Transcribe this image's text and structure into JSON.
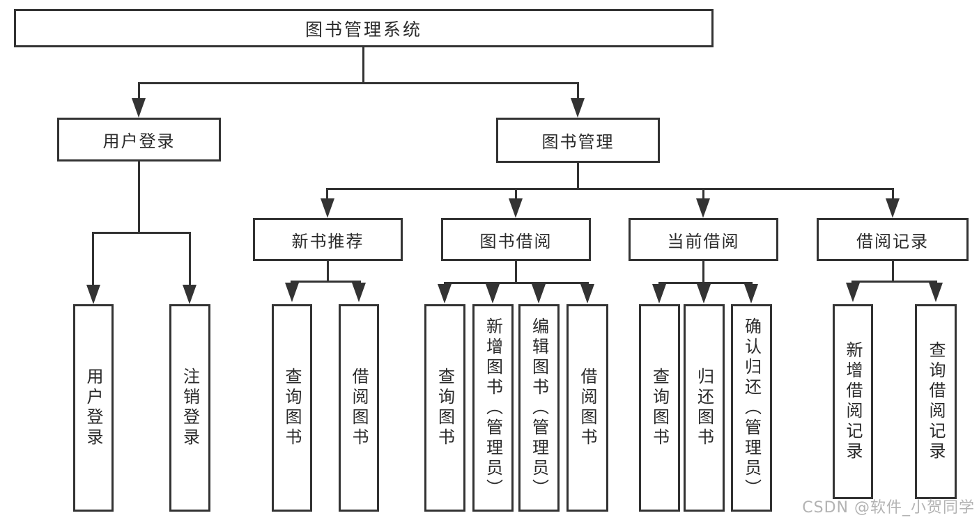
{
  "diagram": {
    "title": "图书管理系统",
    "root": "图书管理系统",
    "level2": {
      "user_login": "用户登录",
      "book_mgmt": "图书管理"
    },
    "level3": {
      "new_book_rec": "新书推荐",
      "book_borrow": "图书借阅",
      "current_borrow": "当前借阅",
      "borrow_records": "借阅记录"
    },
    "leaves": {
      "login_user": "用户登录",
      "login_logout": "注销登录",
      "rec_query_books": "查询图书",
      "rec_borrow_books": "借阅图书",
      "borrow_query_books": "查询图书",
      "borrow_add_books": "新增图书（管理员）",
      "borrow_edit_books": "编辑图书（管理员）",
      "borrow_borrow_books": "借阅图书",
      "cur_query_books": "查询图书",
      "cur_return_books": "归还图书",
      "cur_confirm_return": "确认归还（管理员）",
      "records_add": "新增借阅记录",
      "records_query": "查询借阅记录"
    },
    "watermark": "CSDN @软件_小贺同学",
    "colors": {
      "line": "#333333",
      "text": "#2a2a2a",
      "background": "#ffffff",
      "watermark": "#b3b3b3"
    }
  }
}
